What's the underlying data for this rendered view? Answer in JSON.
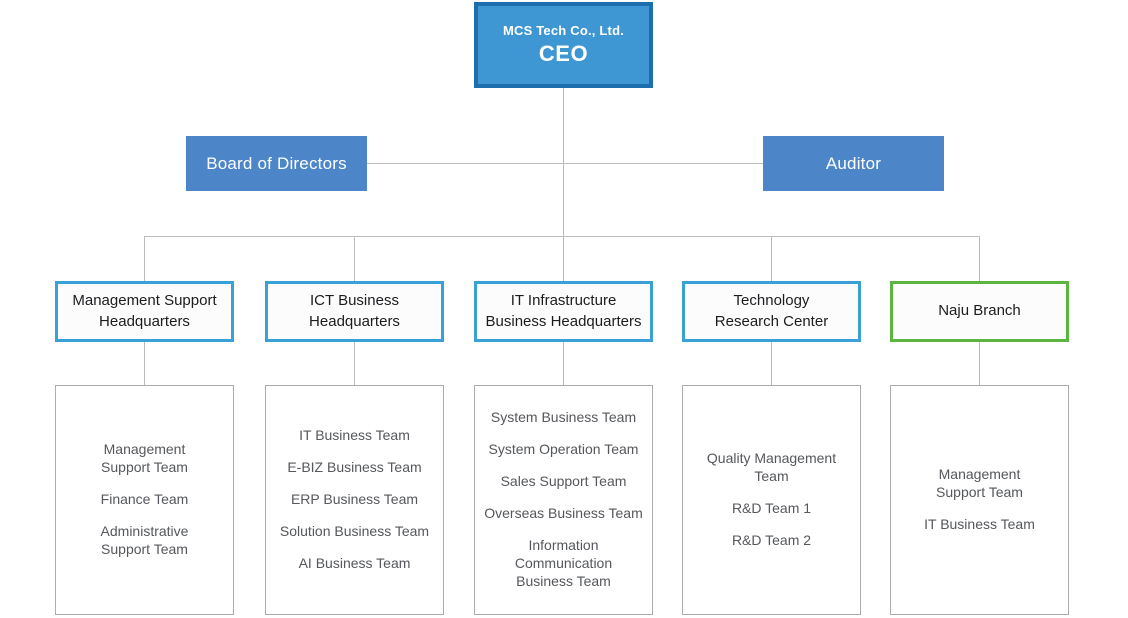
{
  "ceo": {
    "company": "MCS Tech Co., Ltd.",
    "title": "CEO"
  },
  "staff": {
    "board_label": "Board of Directors",
    "auditor_label": "Auditor"
  },
  "columns": [
    {
      "title": "Management Support\nHeadquarters",
      "teams": [
        "Management\nSupport Team",
        "Finance Team",
        "Administrative\nSupport Team"
      ]
    },
    {
      "title": "ICT Business\nHeadquarters",
      "teams": [
        "IT Business Team",
        "E-BIZ Business Team",
        "ERP Business Team",
        "Solution Business Team",
        "AI Business Team"
      ]
    },
    {
      "title": "IT Infrastructure\nBusiness Headquarters",
      "teams": [
        "System Business Team",
        "System Operation Team",
        "Sales Support Team",
        "Overseas Business Team",
        "Information\nCommunication\nBusiness Team"
      ]
    },
    {
      "title": "Technology\nResearch Center",
      "teams": [
        "Quality Management\nTeam",
        "R&D Team 1",
        "R&D Team 2"
      ]
    },
    {
      "title": "Naju Branch",
      "teams": [
        "Management\nSupport Team",
        "IT Business Team"
      ]
    }
  ],
  "colors": {
    "ceo_fill": "#3e97d3",
    "ceo_border": "#1c6fac",
    "staff_fill": "#4c86c8",
    "dept_border_blue": "#3aa0d8",
    "branch_border_green": "#5bb53e",
    "team_box_border": "#ababab",
    "connector_line": "#bcbcbc",
    "dept_text": "#1c1c1e",
    "team_text": "#55575c"
  }
}
